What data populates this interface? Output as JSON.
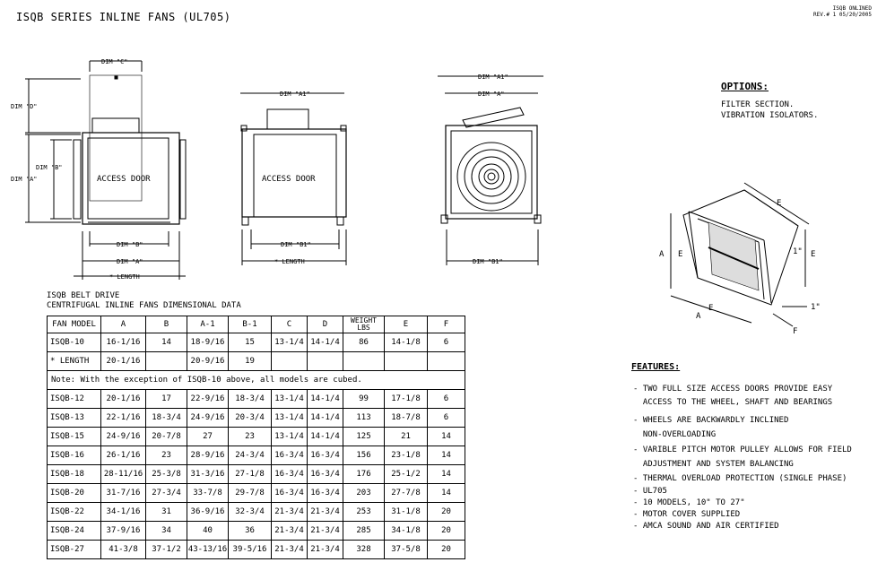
{
  "title": "ISQB SERIES INLINE FANS (UL705)",
  "revision": {
    "line1": "ISQB ONLINED",
    "line2": "REV.# 1 05/20/2005"
  },
  "drawing": {
    "view1": {
      "dim_c": "DIM \"C\"",
      "dim_d": "DIM \"D\"",
      "dim_b_side": "DIM \"B\"",
      "dim_a_side": "DIM \"A\"",
      "door": "ACCESS DOOR",
      "dim_b_bottom": "DIM \"B\"",
      "dim_a_bottom": "DIM \"A\"",
      "length": "* LENGTH"
    },
    "view2": {
      "dim_a1": "DIM \"A1\"",
      "door": "ACCESS DOOR",
      "dim_b1": "DIM \"B1\"",
      "length": "* LENGTH"
    },
    "view3": {
      "dim_a1": "DIM \"A1\"",
      "dim_a": "DIM \"A\"",
      "dim_b1": "DIM \"B1\""
    },
    "view4": {
      "a": "A",
      "e": "E",
      "e_top": "E",
      "one_inch": "1\"",
      "e_right": "E",
      "one_inch_b": "1\"",
      "a_bottom": "A",
      "e_bottom": "E",
      "f": "F"
    }
  },
  "options": {
    "heading": "OPTIONS:",
    "items": [
      "FILTER SECTION.",
      "VIBRATION ISOLATORS."
    ]
  },
  "features": {
    "heading": "FEATURES:",
    "items": [
      "- TWO FULL SIZE ACCESS DOORS PROVIDE EASY",
      "  ACCESS TO THE WHEEL, SHAFT AND BEARINGS",
      "- WHEELS ARE BACKWARDLY INCLINED",
      "  NON-OVERLOADING",
      "- VARIBLE PITCH MOTOR PULLEY ALLOWS FOR FIELD",
      "  ADJUSTMENT AND SYSTEM BALANCING",
      "- THERMAL OVERLOAD PROTECTION (SINGLE PHASE)",
      "- UL705",
      "- 10 MODELS, 10\" TO 27\"",
      "- MOTOR COVER SUPPLIED",
      "- AMCA SOUND AND AIR CERTIFIED"
    ]
  },
  "table": {
    "caption1": "ISQB BELT DRIVE",
    "caption2": "CENTRIFUGAL INLINE FANS DIMENSIONAL DATA",
    "headers": [
      "FAN MODEL",
      "A",
      "B",
      "A-1",
      "B-1",
      "C",
      "D",
      "WEIGHT LBS",
      "E",
      "F"
    ],
    "row10": [
      "ISQB-10",
      "16-1/16",
      "14",
      "18-9/16",
      "15",
      "13-1/4",
      "14-1/4",
      "86",
      "14-1/8",
      "6"
    ],
    "length_row": [
      "* LENGTH",
      "20-1/16",
      "",
      "20-9/16",
      "19",
      "",
      "",
      "",
      "",
      ""
    ],
    "note": "Note: With the exception of ISQB-10 above, all models are cubed.",
    "rows": [
      [
        "ISQB-12",
        "20-1/16",
        "17",
        "22-9/16",
        "18-3/4",
        "13-1/4",
        "14-1/4",
        "99",
        "17-1/8",
        "6"
      ],
      [
        "ISQB-13",
        "22-1/16",
        "18-3/4",
        "24-9/16",
        "20-3/4",
        "13-1/4",
        "14-1/4",
        "113",
        "18-7/8",
        "6"
      ],
      [
        "ISQB-15",
        "24-9/16",
        "20-7/8",
        "27",
        "23",
        "13-1/4",
        "14-1/4",
        "125",
        "21",
        "14"
      ],
      [
        "ISQB-16",
        "26-1/16",
        "23",
        "28-9/16",
        "24-3/4",
        "16-3/4",
        "16-3/4",
        "156",
        "23-1/8",
        "14"
      ],
      [
        "ISQB-18",
        "28-11/16",
        "25-3/8",
        "31-3/16",
        "27-1/8",
        "16-3/4",
        "16-3/4",
        "176",
        "25-1/2",
        "14"
      ],
      [
        "ISQB-20",
        "31-7/16",
        "27-3/4",
        "33-7/8",
        "29-7/8",
        "16-3/4",
        "16-3/4",
        "203",
        "27-7/8",
        "14"
      ],
      [
        "ISQB-22",
        "34-1/16",
        "31",
        "36-9/16",
        "32-3/4",
        "21-3/4",
        "21-3/4",
        "253",
        "31-1/8",
        "20"
      ],
      [
        "ISQB-24",
        "37-9/16",
        "34",
        "40",
        "36",
        "21-3/4",
        "21-3/4",
        "285",
        "34-1/8",
        "20"
      ],
      [
        "ISQB-27",
        "41-3/8",
        "37-1/2",
        "43-13/16",
        "39-5/16",
        "21-3/4",
        "21-3/4",
        "328",
        "37-5/8",
        "20"
      ]
    ]
  }
}
